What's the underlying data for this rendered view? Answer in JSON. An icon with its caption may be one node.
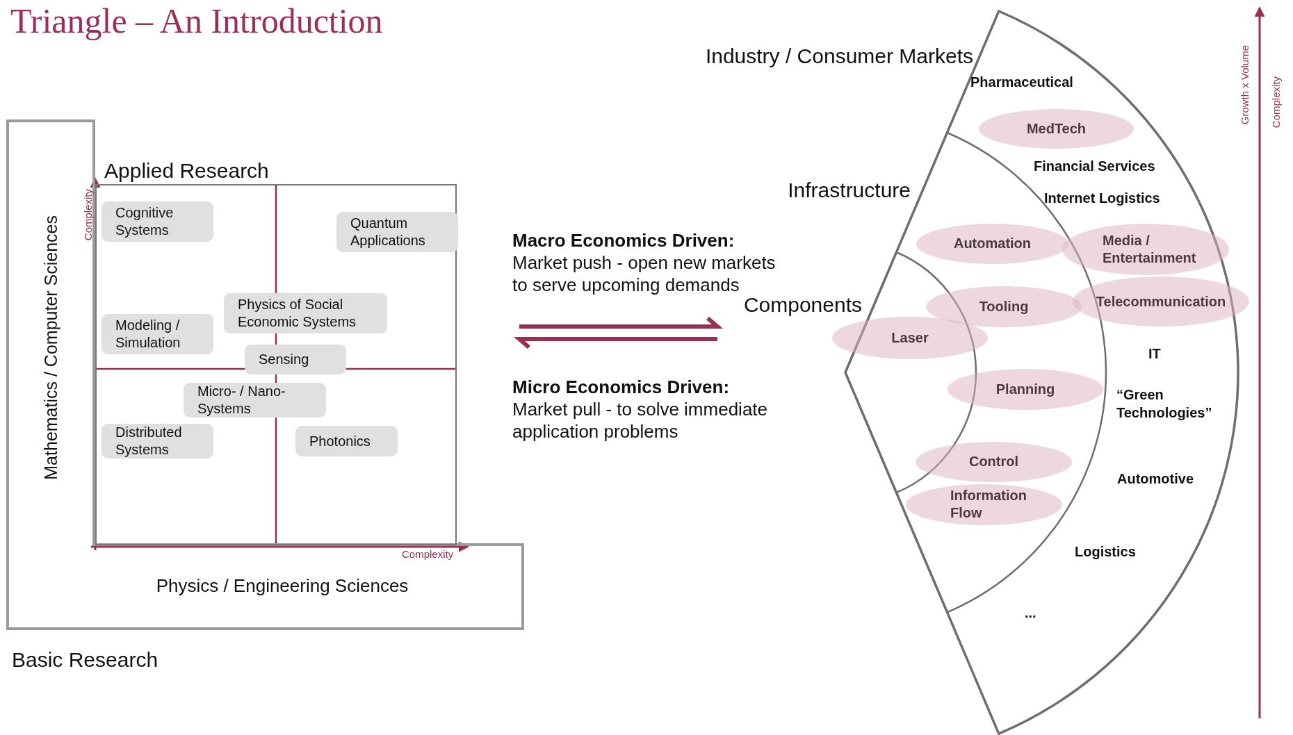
{
  "diagram": {
    "title": "Triangle – An Introduction",
    "nodes": [
      {
        "text": [
          "Mathematics / Computer Sciences",
          "Physics / Engineering Sciences",
          "Basic Research"
        ]
      },
      {
        "text": [
          "Applied Research"
        ]
      },
      {
        "text": [
          "Cognitive Systems"
        ],
        "in": 1
      },
      {
        "text": [
          "Quantum Applications"
        ],
        "in": 1
      },
      {
        "text": [
          "Physics of Social Economic Systems"
        ],
        "in": 1
      },
      {
        "text": [
          "Modeling / Simulation"
        ],
        "in": 1
      },
      {
        "text": [
          "Sensing"
        ],
        "in": 1
      },
      {
        "text": [
          "Micro- / Nano- Systems"
        ],
        "in": 1
      },
      {
        "text": [
          "Distributed Systems"
        ],
        "in": 1
      },
      {
        "text": [
          "Photonics"
        ],
        "in": 1
      },
      {
        "text": [
          "Industry / Consumer Markets",
          "Pharmaceutical",
          "Financial Services",
          "Internet Logistics",
          "IT",
          "“Green Technologies”",
          "Automotive",
          "Logistics",
          "..."
        ]
      },
      {
        "text": [
          "MedTech"
        ],
        "in": 10
      },
      {
        "text": [
          "Infrastructure"
        ],
        "in": 10
      },
      {
        "text": [
          "Automation"
        ],
        "in": 12
      },
      {
        "text": [
          "Media / Entertainment"
        ],
        "in": 10
      },
      {
        "text": [
          "Components"
        ],
        "in": 12
      },
      {
        "text": [
          "Tooling"
        ],
        "in": 12
      },
      {
        "text": [
          "Telecommunication"
        ]
      },
      {
        "text": [
          "Laser"
        ]
      },
      {
        "text": [
          "Planning"
        ],
        "in": 12
      },
      {
        "text": [
          "Control"
        ],
        "in": 12
      },
      {
        "text": [
          "Information Flow"
        ],
        "in": 12
      }
    ],
    "labels": [
      "Growth x Volume",
      "Complexity",
      "Complexity",
      "Complexity",
      "Macro Economics Driven:",
      "Market push - open new markets to serve upcoming demands",
      "Micro Economics Driven:",
      "Market pull - to solve immediate application problems"
    ]
  }
}
